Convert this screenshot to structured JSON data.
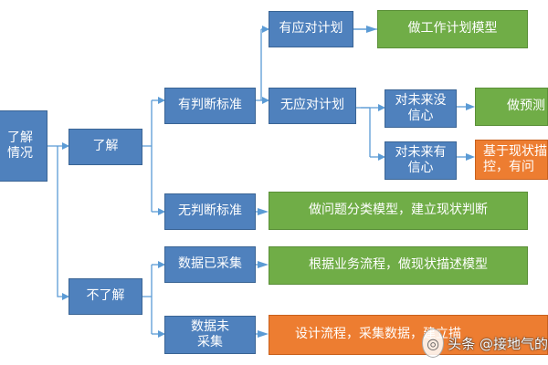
{
  "nodes": {
    "root": "了解\n情况",
    "understand": "了解",
    "not_understand": "不了解",
    "has_standard": "有判断标准",
    "no_standard": "无判断标准",
    "has_plan": "有应对计划",
    "no_plan": "无应对计划",
    "no_confidence": "对未来没\n信心",
    "has_confidence": "对未来有\n信心",
    "data_collected": "数据已采集",
    "data_not_collected": "数据未\n采集",
    "work_plan_model": "做工作计划模型",
    "forecast": "做预测",
    "current_state_control": "基于现状描\n控，有问",
    "problem_classification": "做问题分类模型，建立现状判断",
    "flow_model": "根据业务流程，做现状描述模型",
    "design_flow": "设计流程，采集数据，建立描"
  },
  "watermark": {
    "text": "头条 @接地气的",
    "logo": "◎"
  },
  "colors": {
    "blue": "#4f81bd",
    "green": "#70ad47",
    "orange": "#ed7d31",
    "connector": "#5b9bd5"
  }
}
